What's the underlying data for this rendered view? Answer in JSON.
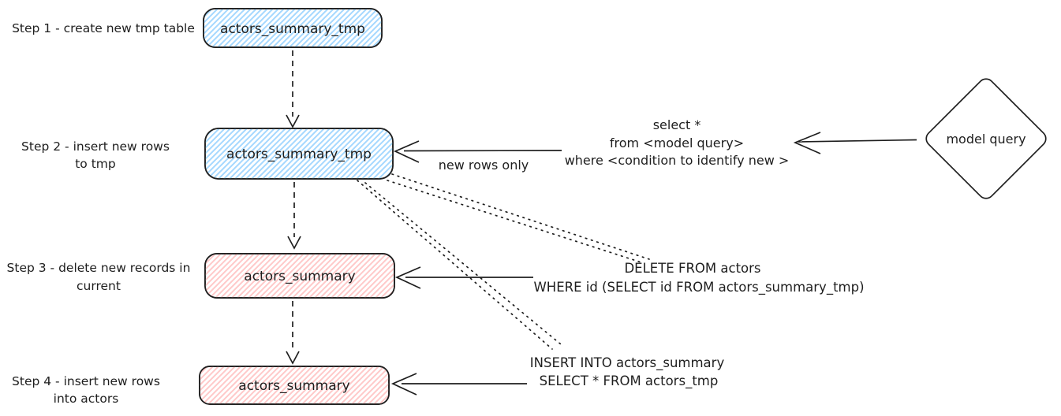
{
  "diagram": {
    "background_color": "#ffffff",
    "stroke_color": "#1e1e1e",
    "colors": {
      "tmp_table_hatch": "#a5d8ff",
      "current_table_hatch": "#ffc9c9"
    },
    "step_labels": {
      "step1": [
        "Step 1 - create new tmp table"
      ],
      "step2": [
        "Step 2 - insert new rows",
        "to tmp"
      ],
      "step3": [
        "Step 3 - delete new records in",
        "current"
      ],
      "step4": [
        "Step 4 - insert new rows",
        "into actors"
      ]
    },
    "nodes": {
      "step1_box": {
        "label": "actors_summary_tmp",
        "fill": "#a5d8ff",
        "shape": "rounded-rect"
      },
      "step2_box": {
        "label": "actors_summary_tmp",
        "fill": "#a5d8ff",
        "shape": "rounded-rect"
      },
      "step3_box": {
        "label": "actors_summary",
        "fill": "#ffc9c9",
        "shape": "rounded-rect"
      },
      "step4_box": {
        "label": "actors_summary",
        "fill": "#ffc9c9",
        "shape": "rounded-rect"
      },
      "model_query": {
        "label": "model query",
        "fill": "#ffffff",
        "shape": "diamond"
      }
    },
    "annotations": {
      "new_rows_only": "new rows only",
      "select_query": [
        "select *",
        "from <model query>",
        "where <condition to identify new >"
      ],
      "delete_sql": [
        "DELETE FROM actors",
        "WHERE id (SELECT id FROM actors_summary_tmp)"
      ],
      "insert_sql": [
        "INSERT INTO actors_summary",
        "SELECT * FROM actors_tmp"
      ]
    }
  }
}
